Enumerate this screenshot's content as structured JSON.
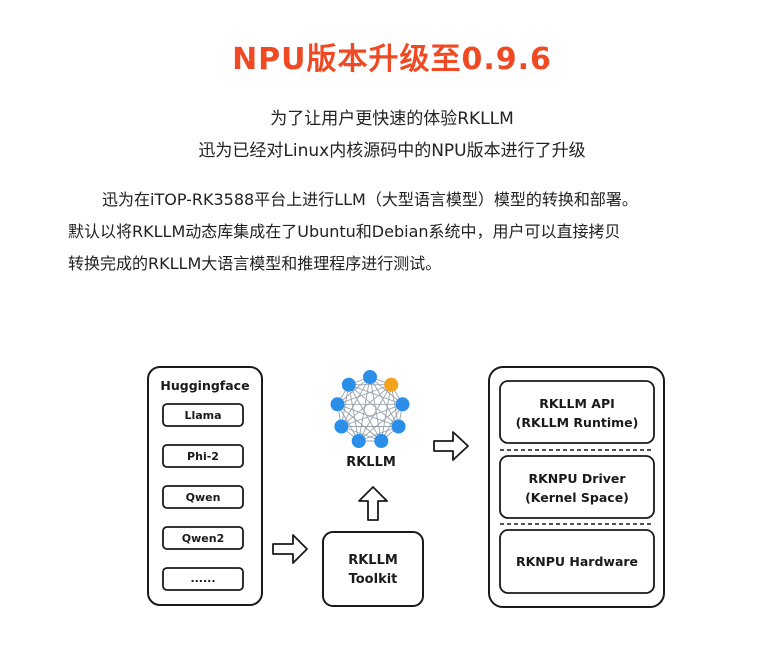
{
  "header": {
    "title": "NPU版本升级至0.9.6",
    "subtitle_line1": "为了让用户更快速的体验RKLLM",
    "subtitle_line2": "迅为已经对Linux内核源码中的NPU版本进行了升级"
  },
  "paragraph": {
    "line1": "迅为在iTOP-RK3588平台上进行LLM（大型语言模型）模型的转换和部署。",
    "line2": "默认以将RKLLM动态库集成在了Ubuntu和Debian系统中，用户可以直接拷贝",
    "line3": "转换完成的RKLLM大语言模型和推理程序进行测试。"
  },
  "diagram": {
    "huggingface": {
      "title": "Huggingface",
      "models": [
        "Llama",
        "Phi-2",
        "Qwen",
        "Qwen2",
        "......"
      ]
    },
    "toolkit": {
      "line1": "RKLLM",
      "line2": "Toolkit"
    },
    "rkllm_label": "RKLLM",
    "stack": [
      {
        "line1": "RKLLM API",
        "line2": "(RKLLM Runtime)"
      },
      {
        "line1": "RKNPU Driver",
        "line2": "(Kernel Space)"
      },
      {
        "line1": "RKNPU Hardware",
        "line2": ""
      }
    ],
    "colors": {
      "node_blue": "#2b8ee8",
      "node_orange": "#f5a21b",
      "edge": "#9aa3ad"
    }
  }
}
